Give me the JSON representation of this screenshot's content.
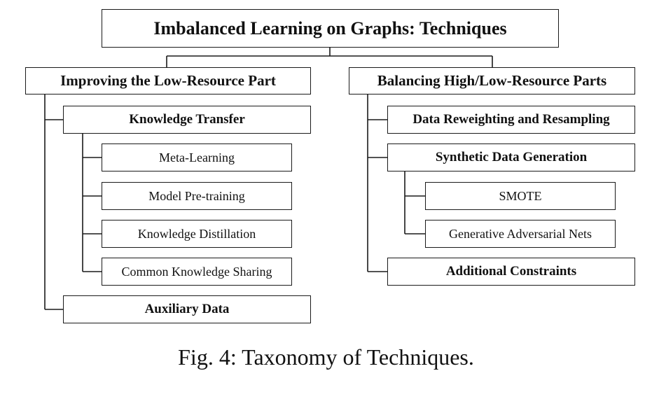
{
  "diagram": {
    "root": "Imbalanced Learning on Graphs: Techniques",
    "left": {
      "title": "Improving the Low-Resource Part",
      "knowledge_transfer": {
        "title": "Knowledge Transfer",
        "items": [
          "Meta-Learning",
          "Model Pre-training",
          "Knowledge Distillation",
          "Common Knowledge Sharing"
        ]
      },
      "auxiliary_data": "Auxiliary Data"
    },
    "right": {
      "title": "Balancing High/Low-Resource Parts",
      "data_reweighting": "Data Reweighting and Resampling",
      "synthetic": {
        "title": "Synthetic Data Generation",
        "items": [
          "SMOTE",
          "Generative Adversarial Nets"
        ]
      },
      "additional_constraints": "Additional Constraints"
    }
  },
  "caption": "Fig. 4: Taxonomy of Techniques."
}
